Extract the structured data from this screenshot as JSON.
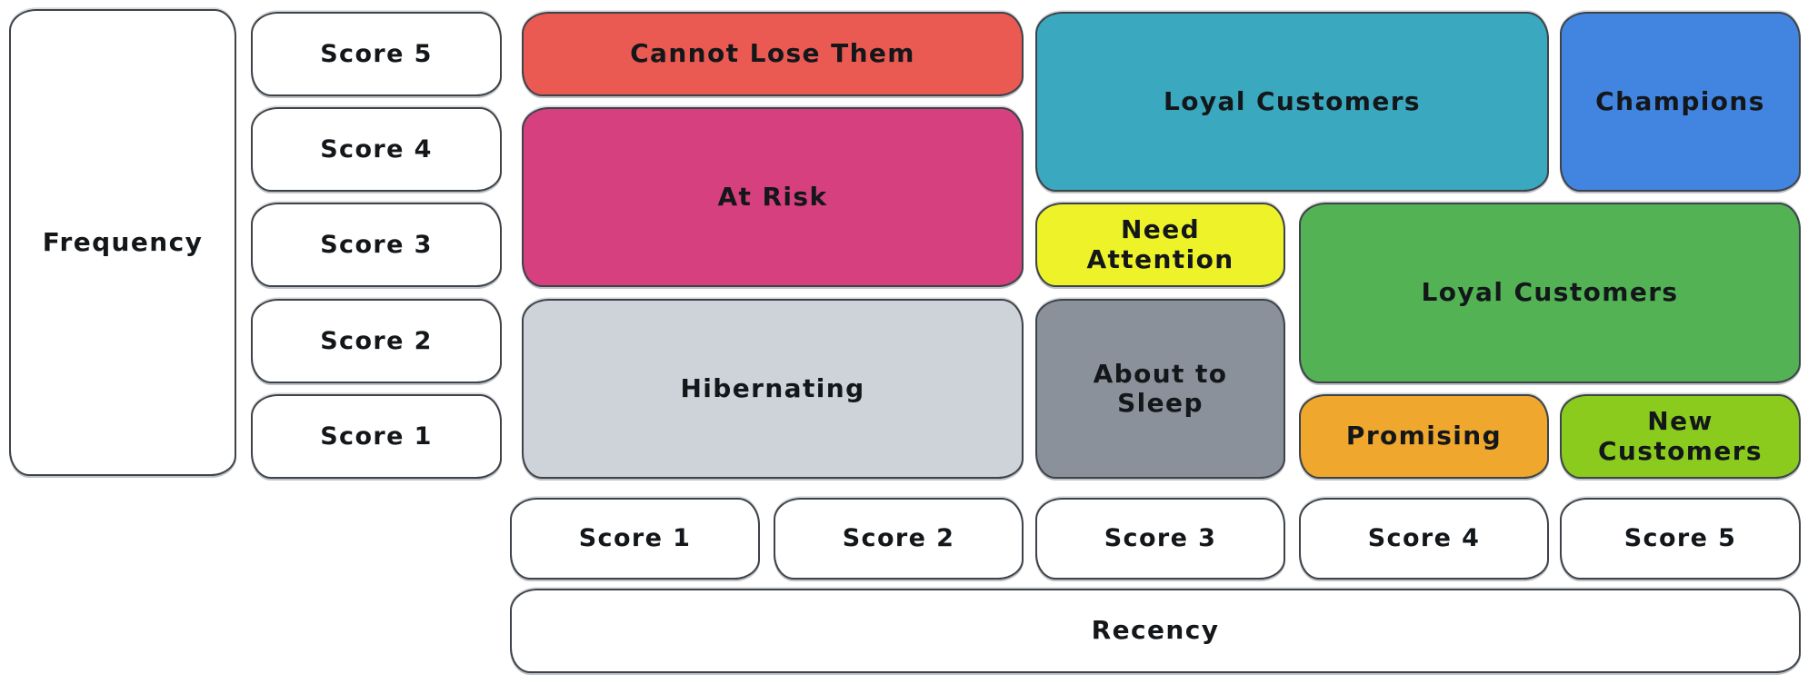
{
  "diagram": {
    "kind": "rfm-segmentation-matrix",
    "canvas_background": "#ffffff",
    "stroke_color": "#3d4349",
    "text_color": "#14171a"
  },
  "frequency_axis": {
    "label": "Frequency",
    "scores": [
      "Score 5",
      "Score 4",
      "Score 3",
      "Score 2",
      "Score 1"
    ]
  },
  "recency_axis": {
    "label": "Recency",
    "scores": [
      "Score 1",
      "Score 2",
      "Score 3",
      "Score 4",
      "Score 5"
    ]
  },
  "segments": [
    {
      "name": "cannot-lose-them",
      "label": "Cannot Lose Them",
      "color": "#eb5a52",
      "freq_low": 5,
      "freq_high": 5,
      "rec_low": 1,
      "rec_high": 2
    },
    {
      "name": "at-risk",
      "label": "At Risk",
      "color": "#d6407e",
      "freq_low": 3,
      "freq_high": 4,
      "rec_low": 1,
      "rec_high": 2
    },
    {
      "name": "hibernating",
      "label": "Hibernating",
      "color": "#ced3d9",
      "freq_low": 1,
      "freq_high": 2,
      "rec_low": 1,
      "rec_high": 2
    },
    {
      "name": "loyal-customers-top",
      "label": "Loyal Customers",
      "color": "#3aa8bf",
      "freq_low": 4,
      "freq_high": 5,
      "rec_low": 3,
      "rec_high": 4
    },
    {
      "name": "champions",
      "label": "Champions",
      "color": "#4285e0",
      "freq_low": 4,
      "freq_high": 5,
      "rec_low": 5,
      "rec_high": 5
    },
    {
      "name": "need-attention",
      "label": "Need Attention",
      "color": "#edf229",
      "freq_low": 3,
      "freq_high": 3,
      "rec_low": 3,
      "rec_high": 3
    },
    {
      "name": "loyal-customers-right",
      "label": "Loyal Customers",
      "color": "#52b254",
      "freq_low": 2,
      "freq_high": 3,
      "rec_low": 4,
      "rec_high": 5
    },
    {
      "name": "about-to-sleep",
      "label": "About to Sleep",
      "color": "#8a919a",
      "freq_low": 1,
      "freq_high": 2,
      "rec_low": 3,
      "rec_high": 3
    },
    {
      "name": "promising",
      "label": "Promising",
      "color": "#f0a72d",
      "freq_low": 1,
      "freq_high": 1,
      "rec_low": 4,
      "rec_high": 4
    },
    {
      "name": "new-customers",
      "label": "New Customers",
      "color": "#8acb1e",
      "freq_low": 1,
      "freq_high": 1,
      "rec_low": 5,
      "rec_high": 5
    }
  ]
}
